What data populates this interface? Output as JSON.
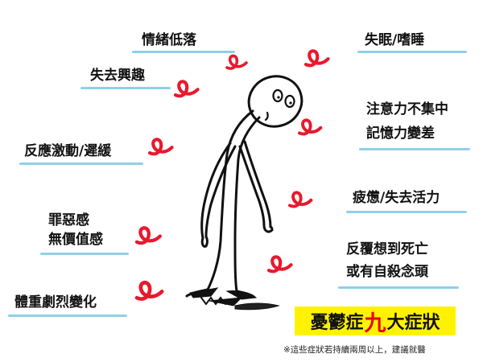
{
  "symptoms": {
    "mood": "情緒低落",
    "insomnia": "失眠/嗜睡",
    "interest": "失去興趣",
    "attention_line1": "注意力不集中",
    "attention_line2": "記憶力變差",
    "reaction": "反應激動/遲緩",
    "fatigue": "疲憊/失去活力",
    "guilt_line1": "罪惡感",
    "guilt_line2": "無價值感",
    "death_line1": "反覆想到死亡",
    "death_line2": "或有自殺念頭",
    "weight": "體重劇烈變化"
  },
  "title": {
    "prefix": "憂鬱症",
    "accent": "九",
    "suffix": "大症狀"
  },
  "footnote": "※這些症狀若持續兩周以上，建議就醫",
  "colors": {
    "title_bg": "#fff200",
    "accent": "#e60012",
    "underline": "#8fd0e6",
    "squiggle": "#e8192c",
    "ink": "#111111"
  },
  "icons": {
    "figure": "sad-stick-figure-illustration",
    "squiggle": "red-loop-squiggle"
  }
}
